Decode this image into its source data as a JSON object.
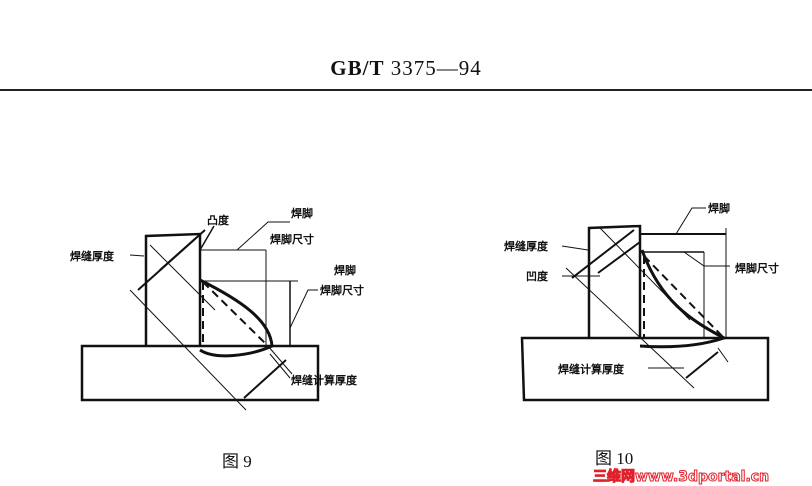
{
  "header": {
    "standard_prefix": "GB/T",
    "standard_number": "3375—94"
  },
  "figure9": {
    "caption": "图 9",
    "labels": {
      "convexity": "凸度",
      "leg_top": "焊脚",
      "leg_size_top": "焊脚尺寸",
      "throat_thickness": "焊缝厚度",
      "leg_right": "焊脚",
      "leg_size_right": "焊脚尺寸",
      "calc_throat": "焊缝计算厚度"
    }
  },
  "figure10": {
    "caption": "图 10",
    "labels": {
      "leg": "焊脚",
      "throat_thickness": "焊缝厚度",
      "concavity": "凹度",
      "leg_size": "焊脚尺寸",
      "calc_throat": "焊缝计算厚度"
    }
  },
  "watermark": "三维网www.3dportal.cn"
}
